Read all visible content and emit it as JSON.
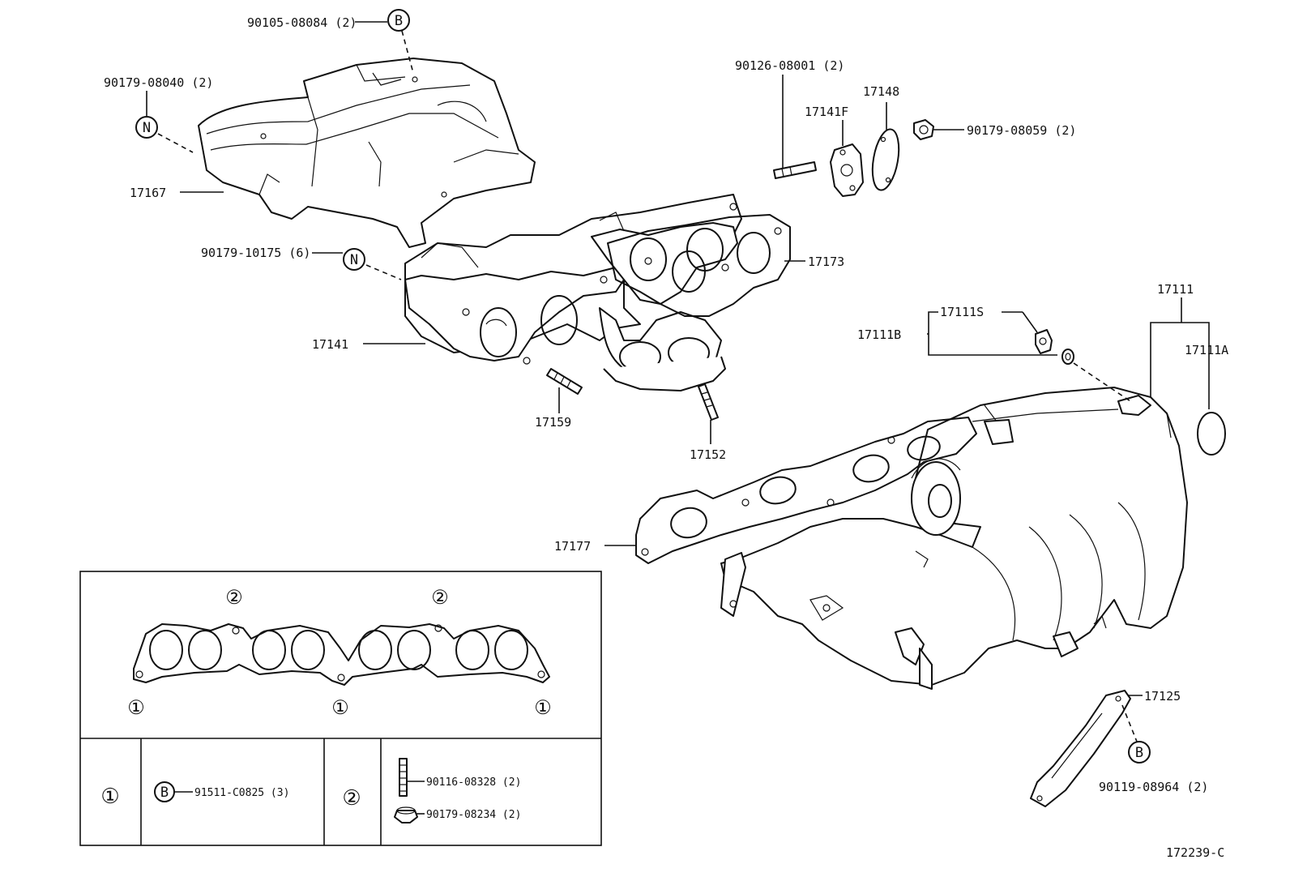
{
  "labels": {
    "p90105_08084": "90105-08084 (2)",
    "p90179_08040": "90179-08040 (2)",
    "p17167": "17167",
    "p90179_10175": "90179-10175 (6)",
    "p17141": "17141",
    "p17159": "17159",
    "p17152": "17152",
    "p17173": "17173",
    "p90126_08001": "90126-08001 (2)",
    "p17141F": "17141F",
    "p17148": "17148",
    "p90179_08059": "90179-08059 (2)",
    "p17111": "17111",
    "p17111S": "17111S",
    "p17111B": "17111B",
    "p17111A": "17111A",
    "p17177": "17177",
    "p17125": "17125",
    "p90119_08964": "90119-08964 (2)",
    "p91511_C0825": "91511-C0825 (3)",
    "p90116_08328": "90116-08328 (2)",
    "p90179_08234": "90179-08234 (2)",
    "diagram_id": "172239-C"
  },
  "symbols": {
    "B": "B",
    "N": "N",
    "one": "①",
    "two": "②"
  }
}
